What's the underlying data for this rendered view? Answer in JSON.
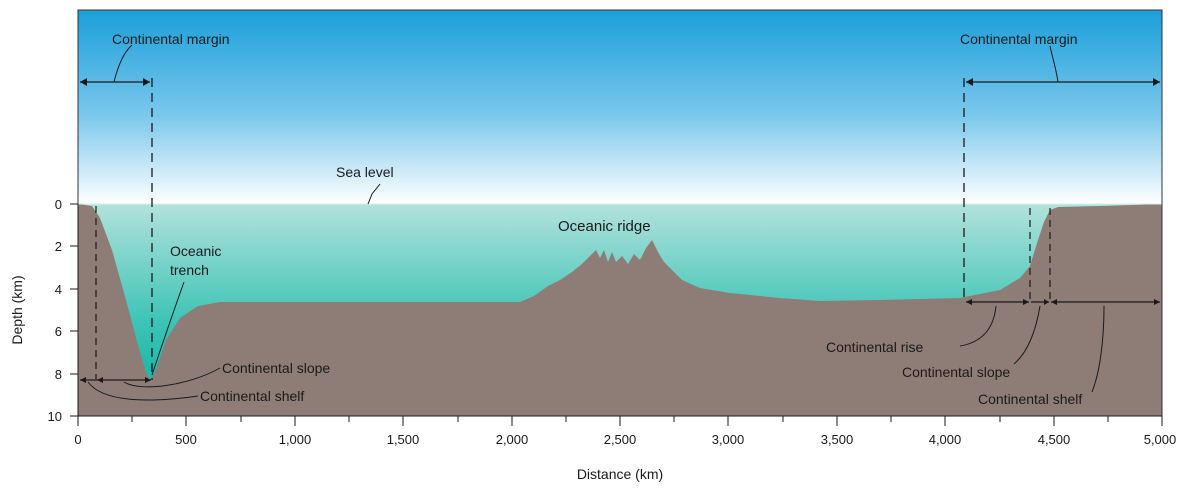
{
  "labels": {
    "continental_margin_left": "Continental margin",
    "continental_margin_right": "Continental margin",
    "sea_level": "Sea level",
    "oceanic_ridge": "Oceanic ridge",
    "oceanic_trench_1": "Oceanic",
    "oceanic_trench_2": "trench",
    "continental_slope_left": "Continental slope",
    "continental_shelf_left": "Continental shelf",
    "continental_rise_right": "Continental rise",
    "continental_slope_right": "Continental slope",
    "continental_shelf_right": "Continental shelf"
  },
  "axes": {
    "x_title": "Distance (km)",
    "y_title": "Depth (km)",
    "x_ticks": [
      "0",
      "500",
      "1,000",
      "1,500",
      "2,000",
      "2,500",
      "3,000",
      "3,500",
      "4,000",
      "4,500",
      "5,000"
    ],
    "y_ticks": [
      "0",
      "2",
      "4",
      "6",
      "8",
      "10"
    ]
  },
  "colors": {
    "sky_top": "#1a9fd9",
    "sky_bottom": "#ffffff",
    "water_top": "#a6dcd6",
    "water_bottom": "#0fb3a6",
    "seafloor": "#8e7d77"
  }
}
